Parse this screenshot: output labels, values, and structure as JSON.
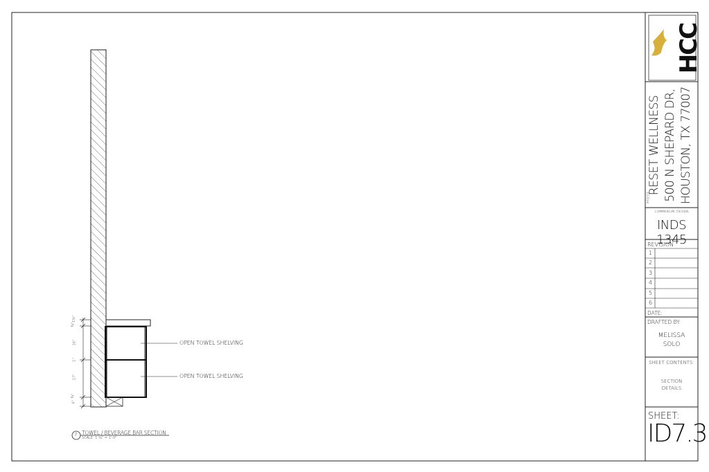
{
  "project": {
    "caption": "PROJECT",
    "line1": "RESET WELLNESS",
    "line2": "500 N SHEPARD DR,",
    "line3": "HOUSTON, TX 77007"
  },
  "logo": {
    "text": "HCC",
    "colors": {
      "gold": "#d6b03a",
      "black": "#111111"
    }
  },
  "course": {
    "caption": "COMMERCIAL DESIGN",
    "code": "INDS 1345"
  },
  "revision": {
    "label": "REVISION",
    "rows": [
      "1",
      "2",
      "3",
      "4",
      "5",
      "6"
    ]
  },
  "date": {
    "label": "DATE:"
  },
  "drafted": {
    "label": "DRAFTED BY:",
    "name_line1": "MELISSA",
    "name_line2": "SOLO"
  },
  "sheet_contents": {
    "label": "SHEET CONTENTS:",
    "line1": "SECTION",
    "line2": "DETAILS"
  },
  "sheet": {
    "label": "SHEET:",
    "number": "ID7.3"
  },
  "drawing": {
    "callout_number": "7",
    "title": "TOWEL / BEVERAGE BAR SECTION",
    "scale": "SCALE: 1 ½\" = 1'-0\"",
    "annotations": [
      "OPEN TOWEL SHELVING",
      "OPEN TOWEL SHELVING"
    ],
    "dimensions": [
      "1½\"",
      "¾\"",
      "16\"",
      "1\"",
      "17\"",
      "¾\"",
      "4\""
    ]
  }
}
